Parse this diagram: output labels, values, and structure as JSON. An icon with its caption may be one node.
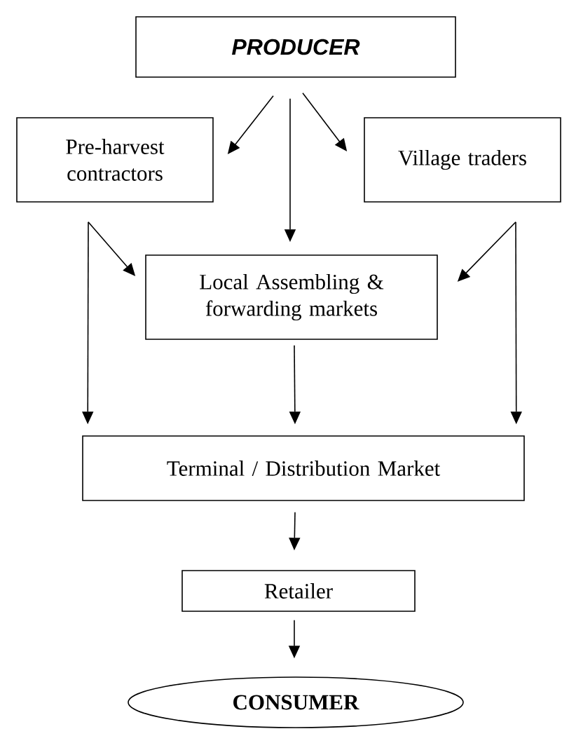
{
  "diagram": {
    "nodes": [
      {
        "text": [
          "PRODUCER"
        ]
      },
      {
        "text": [
          "Pre-harvest contractors"
        ]
      },
      {
        "text": [
          "Village traders"
        ]
      },
      {
        "text": [
          "Local Assembling & forwarding markets"
        ]
      },
      {
        "text": [
          "Terminal / Distribution Market"
        ]
      },
      {
        "text": [
          "Retailer"
        ]
      },
      {
        "text": [
          "CONSUMER"
        ]
      }
    ],
    "edges": [
      {
        "from": 0,
        "to": 1,
        "arrow": "to"
      },
      {
        "from": 0,
        "to": 3,
        "arrow": "to"
      },
      {
        "from": 0,
        "to": 2,
        "arrow": "to"
      },
      {
        "from": 1,
        "to": 3,
        "arrow": "to"
      },
      {
        "from": 1,
        "to": 4,
        "arrow": "to"
      },
      {
        "from": 2,
        "to": 3,
        "arrow": "to"
      },
      {
        "from": 2,
        "to": 4,
        "arrow": "to"
      },
      {
        "from": 3,
        "to": 4,
        "arrow": "to"
      },
      {
        "from": 4,
        "to": 5,
        "arrow": "to"
      },
      {
        "from": 5,
        "to": 6,
        "arrow": "to"
      }
    ]
  }
}
